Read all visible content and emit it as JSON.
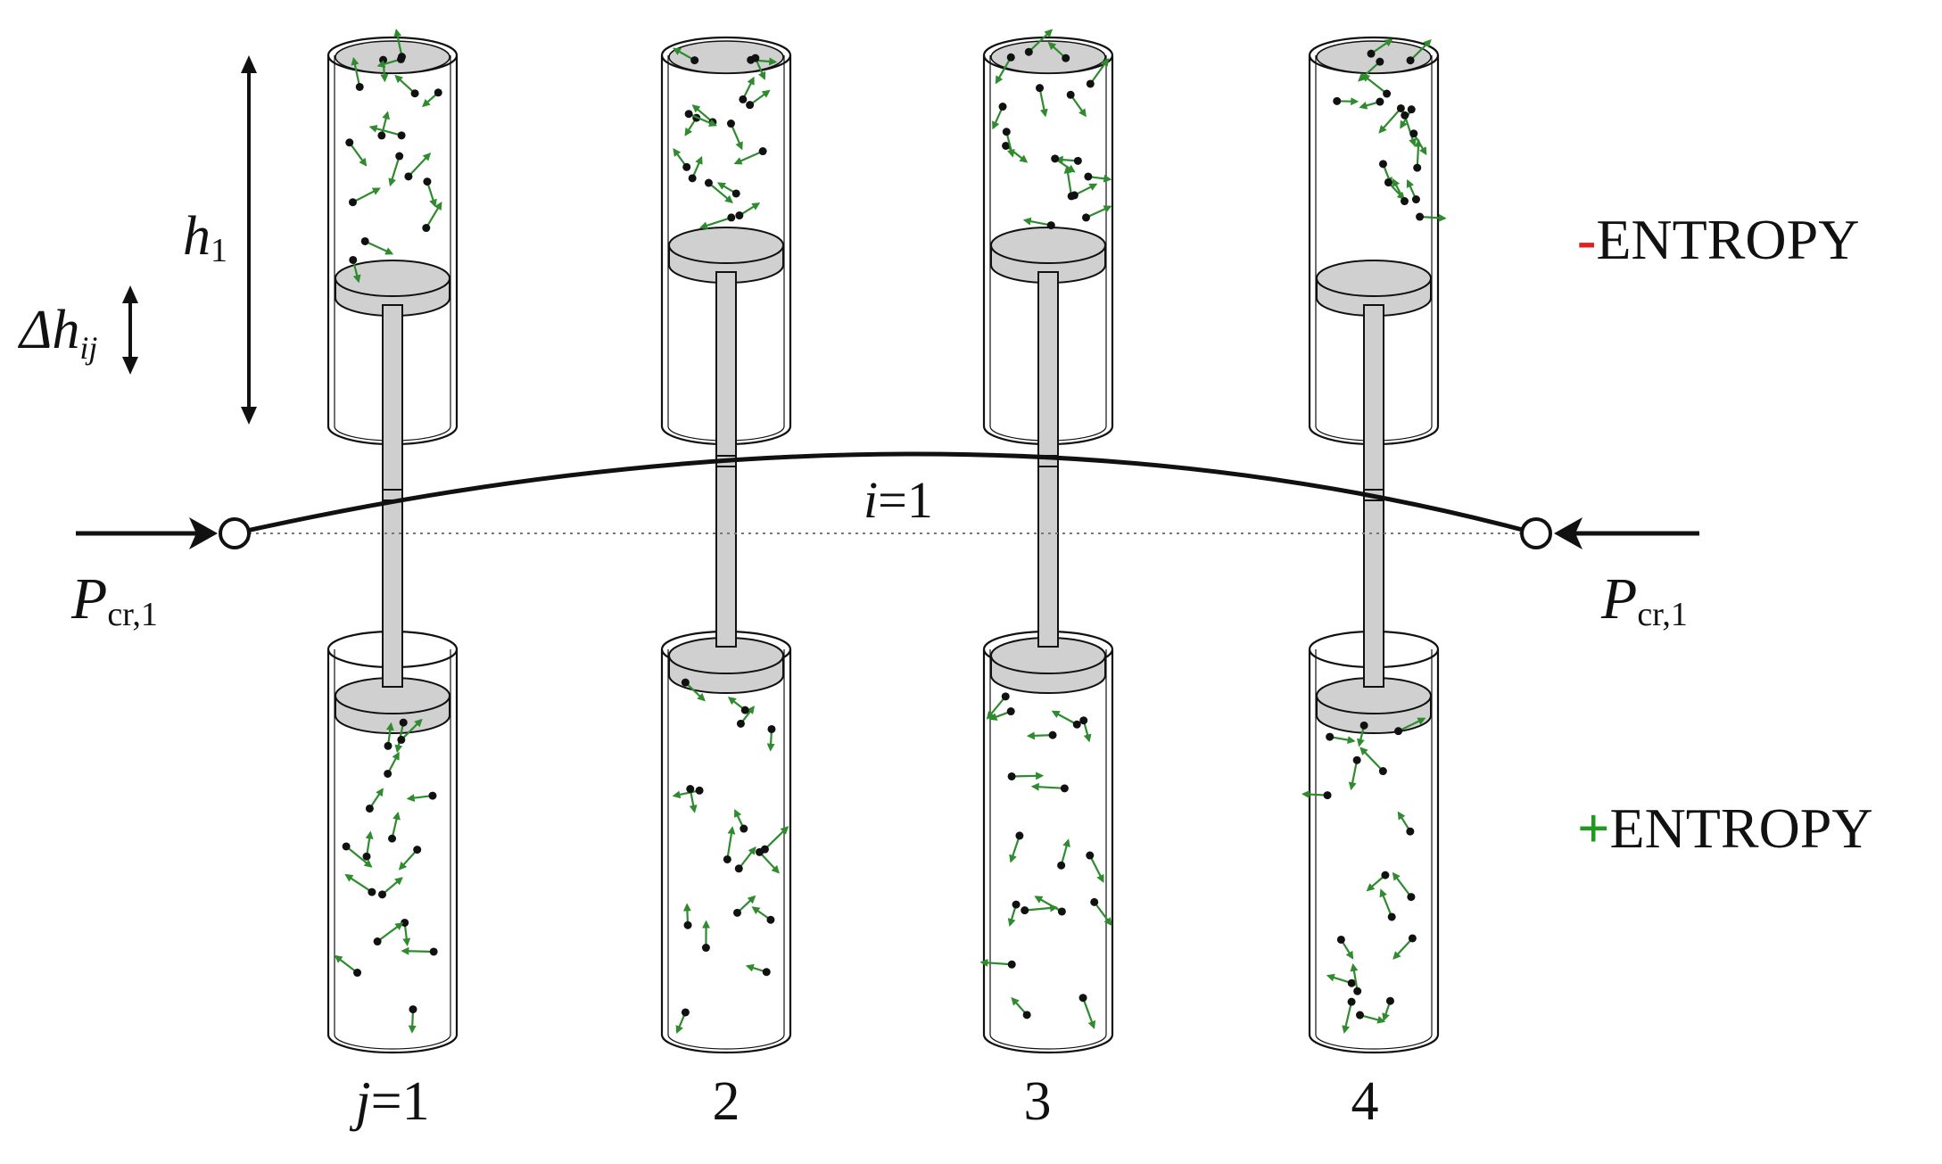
{
  "colors": {
    "ink": "#111111",
    "piston_fill": "#d0d0d0",
    "rod_fill": "#cfcfcf",
    "molecule_arrow": "#2e8b2e",
    "minus_sign": "#e0201a",
    "plus_sign": "#1f9a1f",
    "dotted_line": "#777777"
  },
  "labels": {
    "h1": {
      "main": "h",
      "sub": "1"
    },
    "delta_h": {
      "main": "Δh",
      "sub": "ij"
    },
    "load_left": {
      "main": "P",
      "sub": "cr,1"
    },
    "load_right": {
      "main": "P",
      "sub": "cr,1"
    },
    "beam_index": {
      "var": "i",
      "eq": "=1"
    },
    "neg_entropy": {
      "sign": "-",
      "text": "ENTROPY"
    },
    "pos_entropy": {
      "sign": "+",
      "text": "ENTROPY"
    }
  },
  "columns": [
    {
      "var": "j",
      "label": "=1"
    },
    {
      "var": "",
      "label": "2"
    },
    {
      "var": "",
      "label": "3"
    },
    {
      "var": "",
      "label": "4"
    }
  ],
  "icons": {
    "molecule": "dot-with-green-arrow",
    "dimension": "double-headed-arrow",
    "support": "open-circle-pin"
  }
}
